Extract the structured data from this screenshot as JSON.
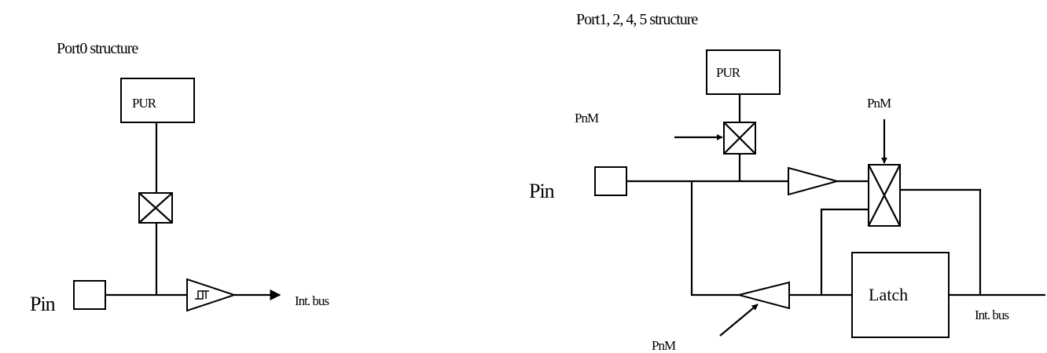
{
  "left": {
    "title": "Port0 structure",
    "pur": "PUR",
    "pin": "Pin",
    "bus": "Int. bus"
  },
  "right": {
    "title": "Port1, 2, 4, 5 structure",
    "pur": "PUR",
    "pin": "Pin",
    "pnm_left": "PnM",
    "pnm_top": "PnM",
    "pnm_bottom": "PnM",
    "latch": "Latch",
    "bus": "Int. bus"
  }
}
